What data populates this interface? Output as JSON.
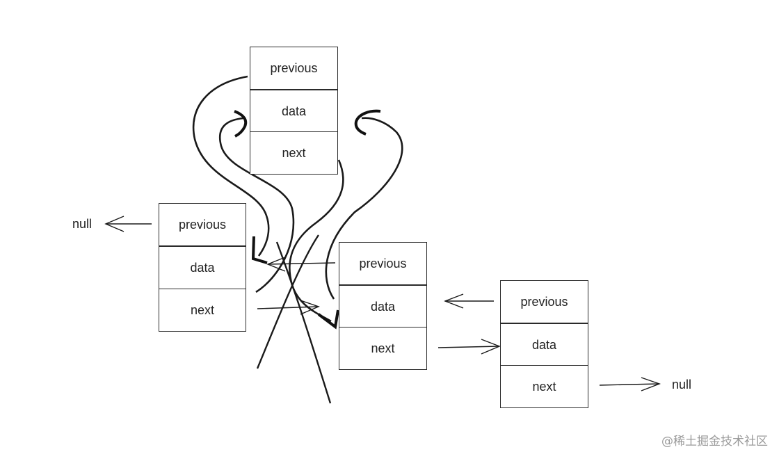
{
  "nodes": {
    "top": {
      "previous": "previous",
      "data": "data",
      "next": "next"
    },
    "left": {
      "previous": "previous",
      "data": "data",
      "next": "next"
    },
    "middle": {
      "previous": "previous",
      "data": "data",
      "next": "next"
    },
    "right": {
      "previous": "previous",
      "data": "data",
      "next": "next"
    }
  },
  "null_left": "null",
  "null_right": "null",
  "watermark": "@稀土掘金技术社区",
  "colors": {
    "stroke": "#1a1a1a",
    "box_border": "#2a2a2a",
    "watermark": "#9a9a9a"
  }
}
